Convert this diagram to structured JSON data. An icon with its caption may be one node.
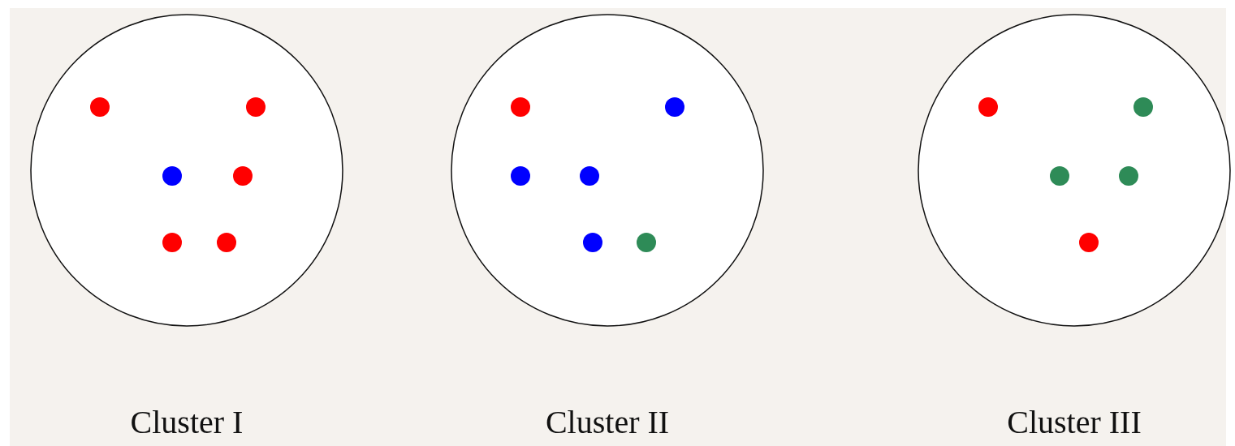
{
  "diagram": {
    "nodes": [
      {
        "text": [
          "Cluster I"
        ]
      },
      {
        "text": [],
        "shape": "circle",
        "in": 0
      },
      {
        "text": [],
        "shape": "circle",
        "in": 0
      },
      {
        "text": [],
        "shape": "circle",
        "in": 0
      },
      {
        "text": [],
        "shape": "circle",
        "in": 0
      },
      {
        "text": [],
        "shape": "circle",
        "in": 0
      },
      {
        "text": [],
        "shape": "circle",
        "in": 0
      },
      {
        "text": [
          "Cluster II"
        ]
      },
      {
        "text": [],
        "shape": "circle",
        "in": 7
      },
      {
        "text": [],
        "shape": "circle",
        "in": 7
      },
      {
        "text": [],
        "shape": "circle",
        "in": 7
      },
      {
        "text": [],
        "shape": "circle",
        "in": 7
      },
      {
        "text": [],
        "shape": "circle",
        "in": 7
      },
      {
        "text": [],
        "shape": "circle",
        "in": 7
      },
      {
        "text": [
          "Cluster III"
        ]
      },
      {
        "text": [],
        "shape": "circle",
        "in": 14
      },
      {
        "text": [],
        "shape": "circle",
        "in": 14
      },
      {
        "text": [],
        "shape": "circle",
        "in": 14
      },
      {
        "text": [],
        "shape": "circle",
        "in": 14
      },
      {
        "text": [],
        "shape": "circle",
        "in": 14
      }
    ],
    "edges": []
  }
}
